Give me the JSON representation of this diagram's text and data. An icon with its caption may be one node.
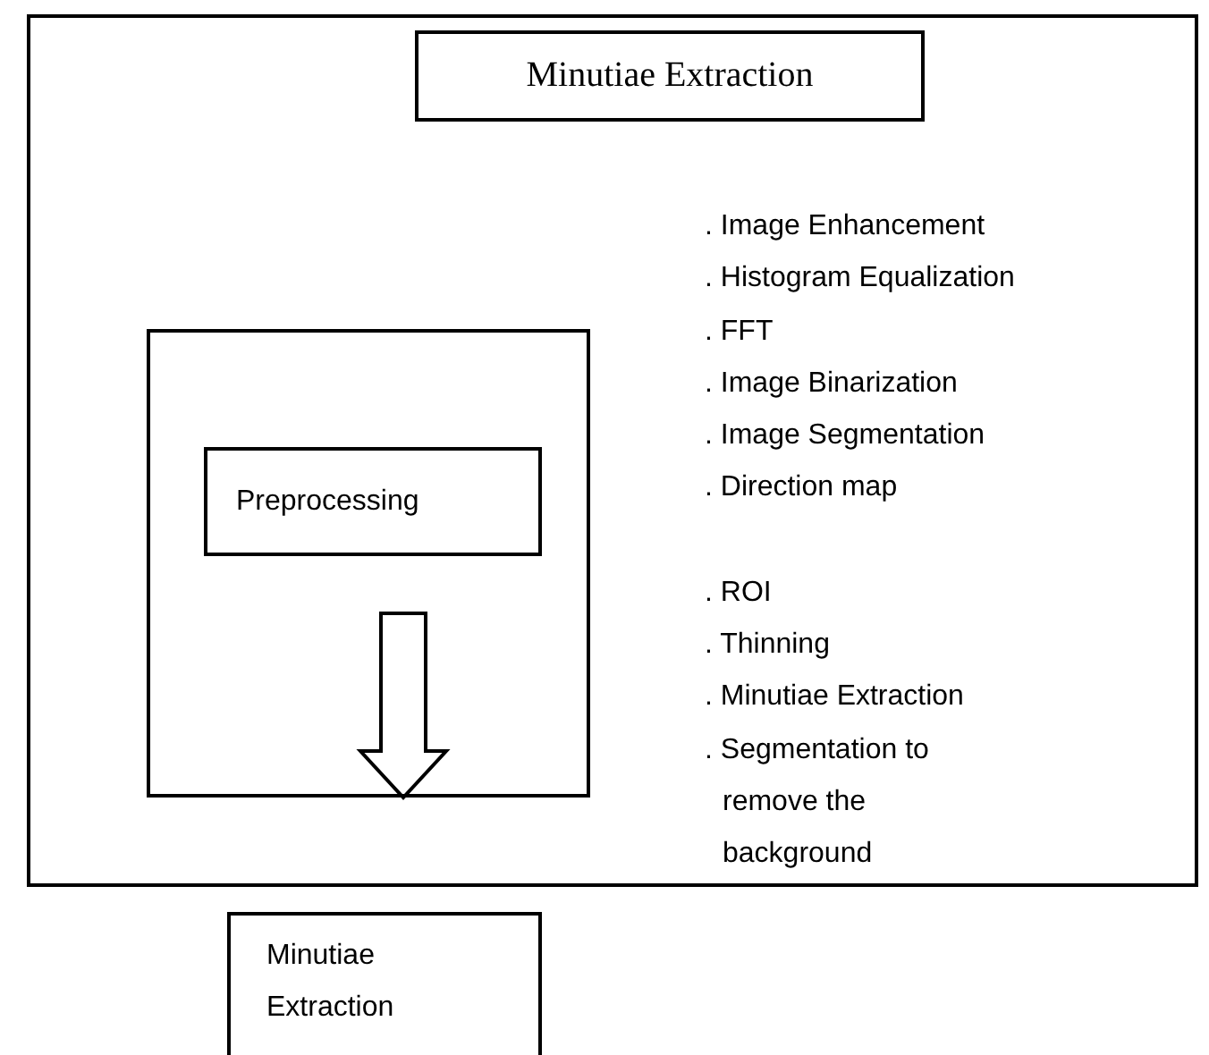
{
  "diagram": {
    "nodes": [
      {
        "text": [
          ". Image Enhancement",
          ". Histogram Equalization",
          ". FFT",
          ". Image Binarization",
          ". Image Segmentation",
          ". Direction map",
          ". ROI",
          ". Thinning",
          ". Minutiae Extraction",
          ". Segmentation to remove the background"
        ]
      },
      {
        "text": [
          "Minutiae Extraction"
        ],
        "in": 0
      },
      {
        "text": [],
        "shape": "box",
        "in": 0
      },
      {
        "text": [
          "Preprocessing"
        ],
        "in": 2
      },
      {
        "text": [
          "Minutiae Extraction"
        ]
      }
    ],
    "edges": [
      {
        "from": 3,
        "to": 4,
        "arrow": "to",
        "style": "thick"
      }
    ]
  }
}
